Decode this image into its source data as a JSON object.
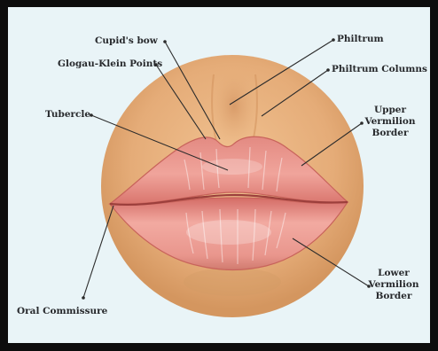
{
  "labels": {
    "cupids_bow": "Cupid's bow",
    "philtrum": "Philtrum",
    "glogau_klein": "Glogau-Klein Points",
    "philtrum_columns": "Philtrum Columns",
    "tubercle": "Tubercle",
    "upper_vermilion": [
      "Upper",
      "Vermilion",
      "Border"
    ],
    "lower_vermilion": [
      "Lower",
      "Vermilion",
      "Border"
    ],
    "oral_commissure": "Oral Commissure"
  },
  "colors": {
    "background": "#e9f4f7",
    "skin": "#e7b17d",
    "skin_shadow": "#c98d5c",
    "lip": "#e99088",
    "lip_dark": "#c85d57",
    "leader_line": "#2b2b2b",
    "frame": "#0d0d0d"
  }
}
